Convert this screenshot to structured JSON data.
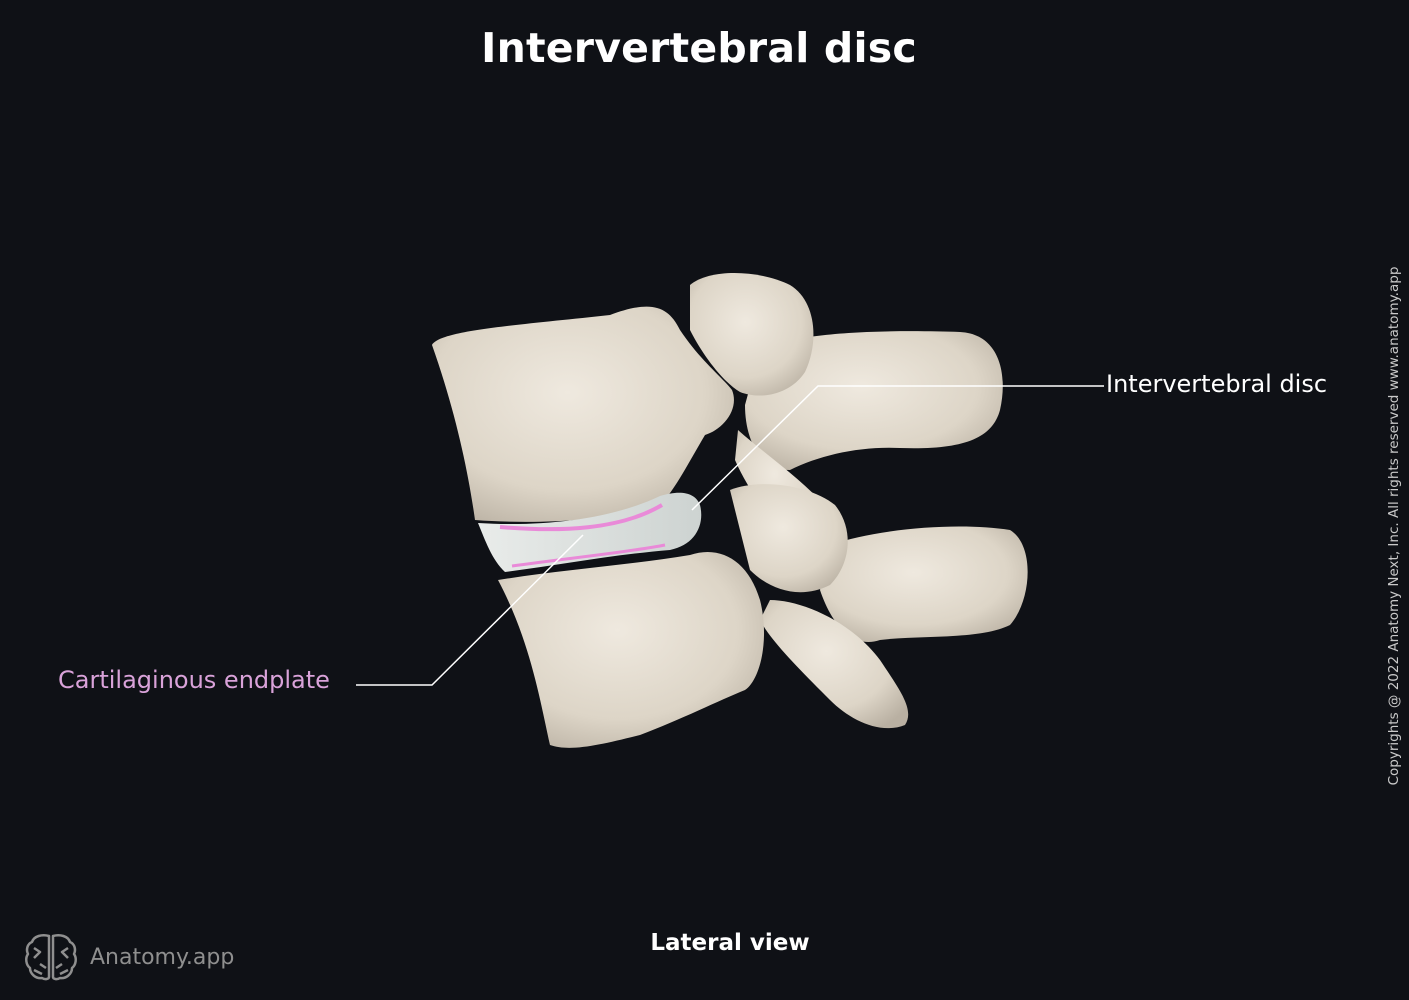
{
  "title": "Intervertebral disc",
  "subtitle": "Lateral view",
  "labels": {
    "intervertebral_disc": "Intervertebral disc",
    "cartilaginous_endplate": "Cartilaginous endplate"
  },
  "copyright": "Copyrights @ 2022 Anatomy Next, Inc. All rights reserved www.anatomy.app",
  "brand": {
    "name": "Anatomy.app",
    "icon": "brain-icon"
  },
  "colors": {
    "background": "#0f1116",
    "bone": "#e6dfd3",
    "disc": "#dfe3e1",
    "endplate": "#e98ad8",
    "endplate_label": "#d9a2d9",
    "leader_line": "#ffffff"
  }
}
